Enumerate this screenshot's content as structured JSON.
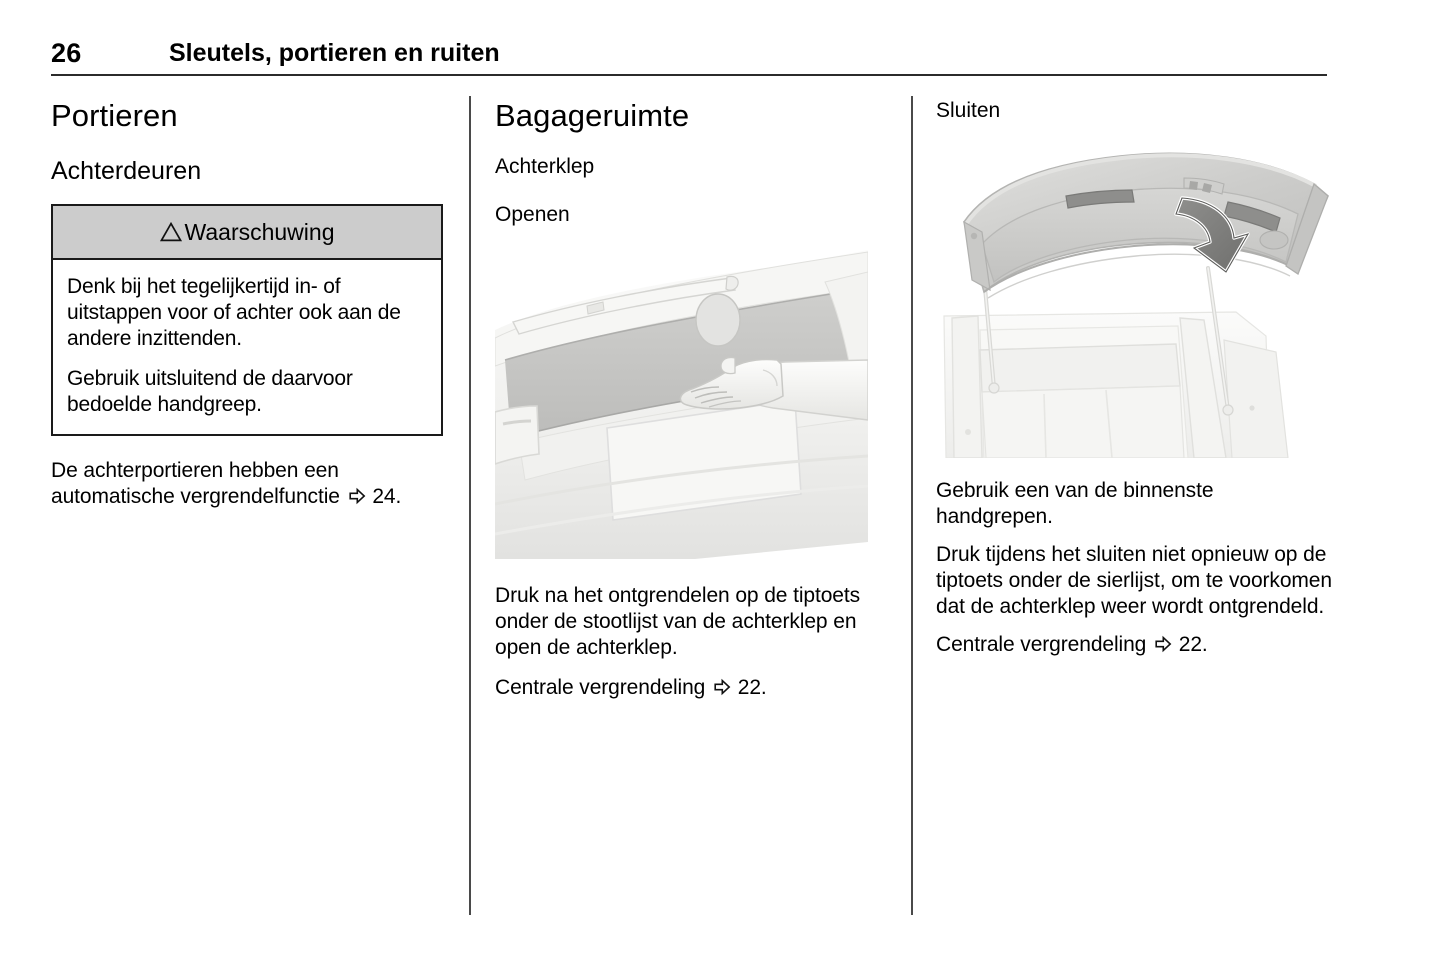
{
  "header": {
    "page_number": "26",
    "title": "Sleutels, portieren en ruiten"
  },
  "columns": {
    "left": {
      "chapter_heading": "Portieren",
      "section_heading": "Achterdeuren",
      "warning": {
        "icon": "warning-triangle-icon",
        "title": "Waarschuwing",
        "paragraphs": [
          "Denk bij het tegelijkertijd in- of uitstappen voor of achter ook aan de andere inzittenden.",
          "Gebruik uitsluitend de daarvoor bedoelde handgreep."
        ]
      },
      "body_paragraphs": [
        {
          "text_before": "De achterportieren hebben een automatische vergrendelfunctie ",
          "ref_arrow": "page-reference-arrow-icon",
          "text_after": " 24."
        }
      ]
    },
    "middle": {
      "chapter_heading": "Bagageruimte",
      "section_heading": "Achterklep",
      "subsection_heading": "Openen",
      "illustration": {
        "name": "tailgate-open-illustration",
        "caption": "Hand onder de stootlijst van de achterklep"
      },
      "body_paragraphs": [
        {
          "text_before": "Druk na het ontgrendelen op de tiptoets onder de stootlijst van de achterklep en open de achterklep.",
          "ref_arrow": "",
          "text_after": ""
        },
        {
          "text_before": "Centrale vergrendeling ",
          "ref_arrow": "page-reference-arrow-icon",
          "text_after": " 22."
        }
      ]
    },
    "right": {
      "subsection_heading": "Sluiten",
      "illustration": {
        "name": "tailgate-close-illustration",
        "caption": "Geopende achterklep met binnenste handgrepen en sluitpijl"
      },
      "body_paragraphs": [
        {
          "text_before": "Gebruik een van de binnenste handgrepen.",
          "ref_arrow": "",
          "text_after": ""
        },
        {
          "text_before": "Druk tijdens het sluiten niet opnieuw op de tiptoets onder de sierlijst, om te voorkomen dat de achterklep weer wordt ontgrendeld.",
          "ref_arrow": "",
          "text_after": ""
        },
        {
          "text_before": "Centrale vergrendeling ",
          "ref_arrow": "page-reference-arrow-icon",
          "text_after": " 22."
        }
      ]
    }
  },
  "colors": {
    "page_background": "#ffffff",
    "text": "#000000",
    "rule": "#2b2b2b",
    "divider": "#4a4a4a",
    "warning_header_background": "#cccccc",
    "warning_border": "#1a1a1a",
    "illustration_light": "#f2f2f0",
    "illustration_mid": "#d8d8d6",
    "illustration_dark": "#b4b4b2"
  }
}
